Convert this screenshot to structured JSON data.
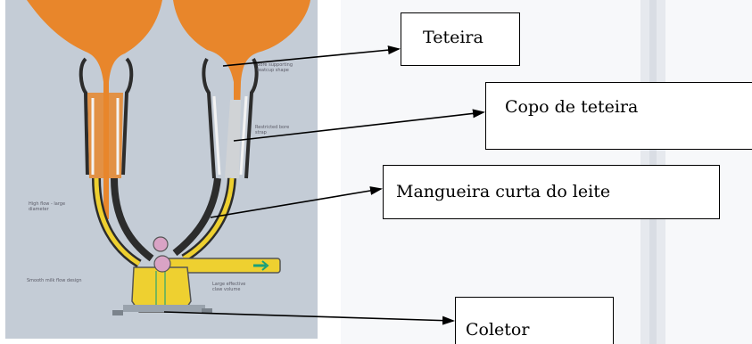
{
  "labels": {
    "teteira": "Teteira",
    "copo_de_teteira": "Copo de teteira",
    "mangueira_curta_do_leite": "Mangueira curta do leite",
    "coletor": "Coletor"
  },
  "image_notes": {
    "bore": "Bore supporting\nteatcup shape",
    "bore_restrict": "Restricted bore\nstrap",
    "high_flow": "High flow - large\ndiameter",
    "smooth_milk": "Smooth milk flow design",
    "large_volume": "Large effective\nclaw volume"
  },
  "colors": {
    "udder": "#e8862b",
    "figure_background": "#c4ccd6",
    "milk": "#eed030",
    "liner": "#d0d3d6",
    "valve": "#d9a3c5",
    "arrow": "#000000"
  }
}
